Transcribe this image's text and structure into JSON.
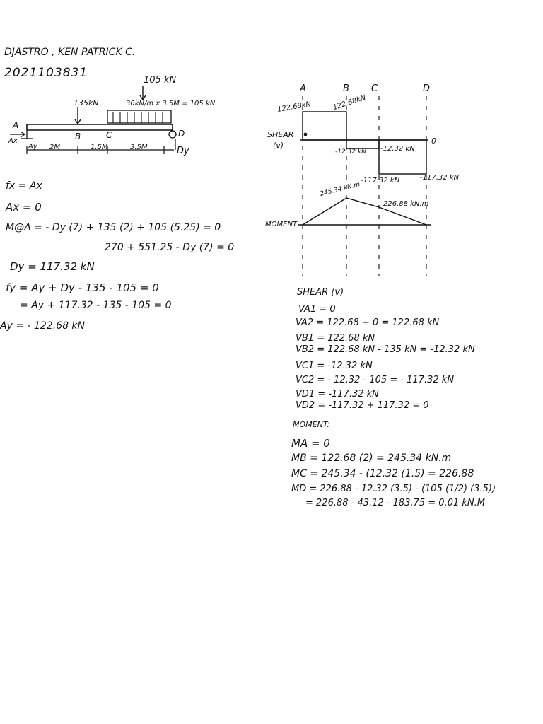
{
  "header": {
    "name": "DJASTRO , KEN PATRICK C.",
    "student_no": "2021103831"
  },
  "beam": {
    "load_label_top": "105 kN",
    "point_load": "135kN",
    "dist_load": "30kN/m x 3.5M = 105 kN",
    "points": [
      "A",
      "B",
      "C",
      "D"
    ],
    "Ax": "Ax",
    "Ay": "Ay",
    "Dy": "Dy",
    "spans": [
      "2M",
      "1.5M",
      "3.5M"
    ]
  },
  "equations": [
    "fx = Ax",
    "Ax = 0",
    "M@A = - Dy (7) + 135 (2) + 105 (5.25) = 0",
    "270 + 551.25 - Dy (7) = 0",
    "Dy = 117.32 kN",
    "fy = Ay + Dy - 135 - 105 = 0",
    "= Ay + 117.32 - 135 - 105 = 0",
    "Ay = - 122.68 kN"
  ],
  "diagram": {
    "points": [
      "A",
      "B",
      "C",
      "D"
    ],
    "shear_label": "SHEAR",
    "shear_sub": "(v)",
    "moment_label": "MOMENT",
    "zero": "0",
    "v_a": "122.68kN",
    "v_b": "122.68kN",
    "v_b2": "-12.32 kN",
    "v_c": "-12.32 kN",
    "v_c2": "-117.32 kN",
    "v_d": "-117.32 kN",
    "m_b": "245.34 kN.m",
    "m_c": "226.88 kN.m"
  },
  "shear_calcs": {
    "title": "SHEAR (v)",
    "lines": [
      "VA1 = 0",
      "VA2 = 122.68 + 0     =   122.68 kN",
      "VB1 = 122.68 kN",
      "VB2 = 122.68 kN - 135 kN = -12.32 kN",
      "VC1 = -12.32 kN",
      "VC2 = - 12.32 - 105 = - 117.32 kN",
      "VD1 = -117.32 kN",
      "VD2 = -117.32 + 117.32 = 0"
    ]
  },
  "moment_calcs": {
    "title": "MOMENT:",
    "lines": [
      "MA = 0",
      "MB = 122.68 (2) = 245.34 kN.m",
      "MC = 245.34 - (12.32 (1.5) = 226.88",
      "MD = 226.88 - 12.32 (3.5) - (105 (1/2) (3.5))",
      "= 226.88 - 43.12 - 183.75 = 0.01 kN.M"
    ]
  }
}
